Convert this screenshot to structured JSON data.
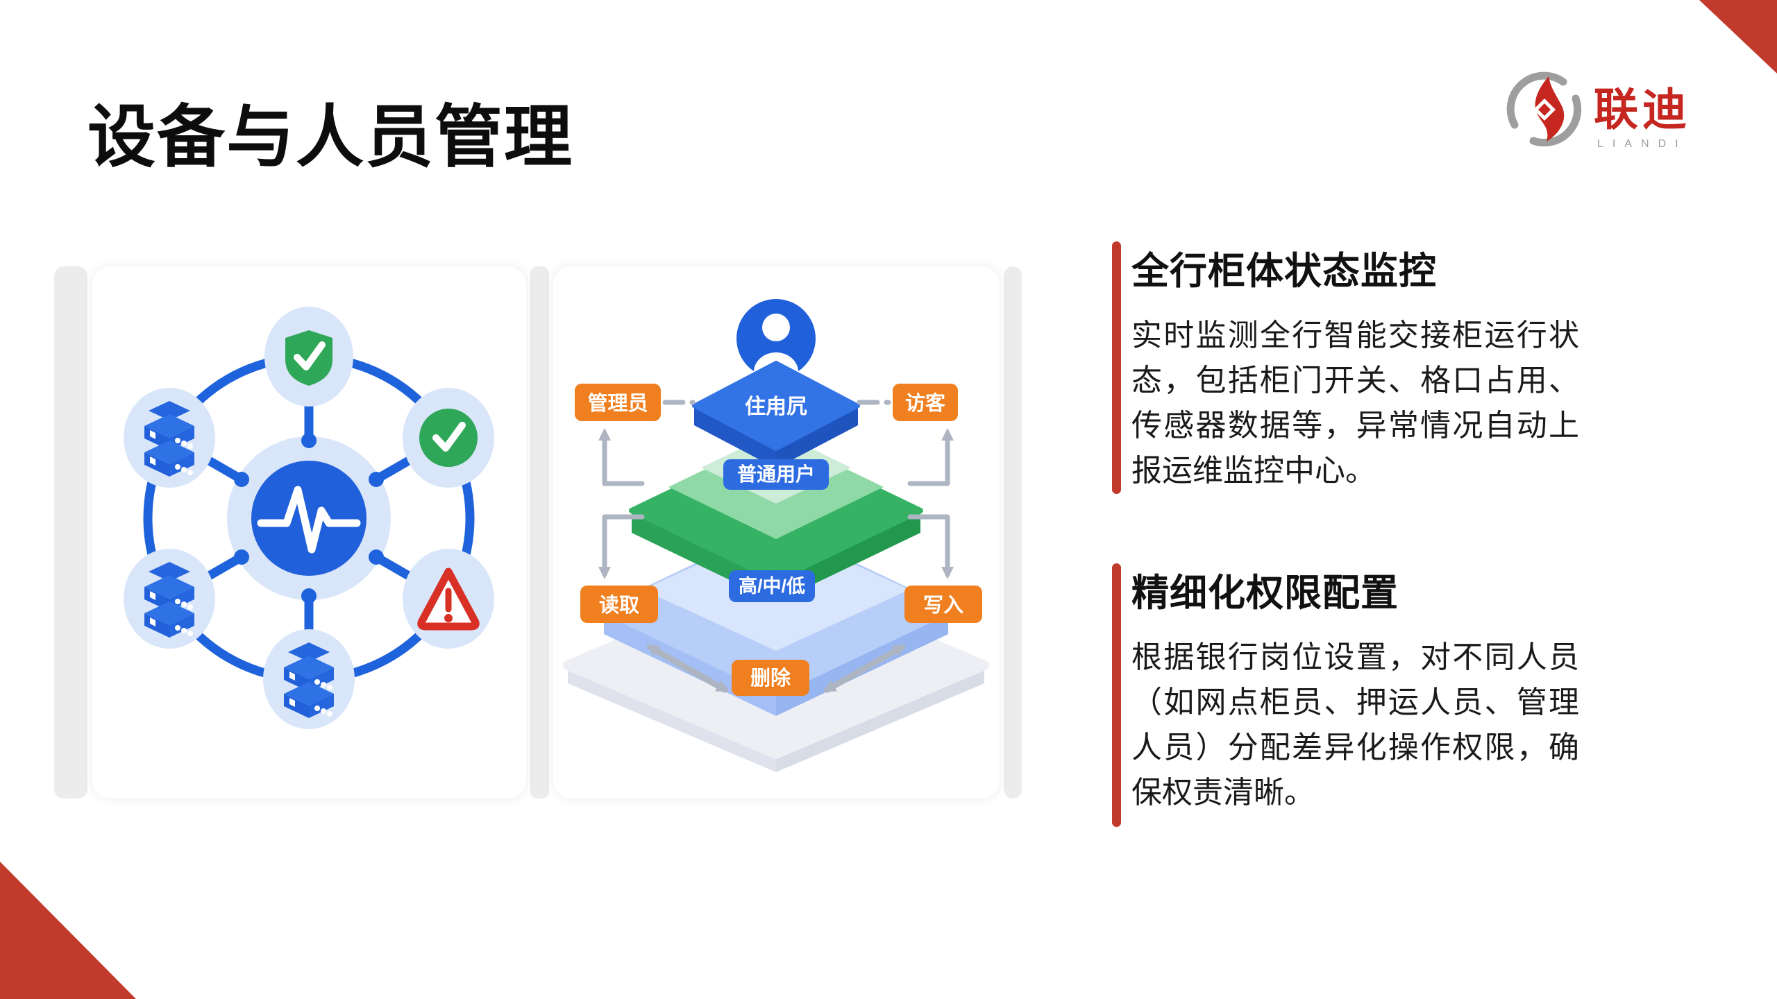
{
  "header": {
    "title": "设备与人员管理"
  },
  "logo": {
    "brand": "联迪",
    "brand_sub": "LIANDI",
    "red": "#C5261F",
    "gray": "#9E9E9E"
  },
  "gallery": {
    "left_diagram": {
      "name": "device-network-monitoring-illustration",
      "icons": [
        "shield-check",
        "check-circle",
        "server",
        "server",
        "server",
        "warning-triangle",
        "pulse-monitor"
      ]
    },
    "right_diagram": {
      "name": "permission-pyramid-illustration",
      "top_role_label": "住甪凥",
      "user_label": "普通用户",
      "level_label": "高/中/低",
      "admin_label": "管理员",
      "guest_label": "访客",
      "read_label": "读取",
      "write_label": "写入",
      "delete_label": "删除"
    }
  },
  "sections": [
    {
      "heading": "全行柜体状态监控",
      "body": "实时监测全行智能交接柜运行状态，包括柜门开关、格口占用、传感器数据等，异常情况自动上报运维监控中心。"
    },
    {
      "heading": "精细化权限配置",
      "body": "根据银行岗位设置，对不同人员（如网点柜员、押运人员、管理人员）分配差异化操作权限，确保权责清晰。"
    }
  ],
  "colors": {
    "accent_red": "#C23A2B",
    "primary_blue": "#1E63DC",
    "halo_blue": "#D9E6FA",
    "green": "#35B263",
    "orange": "#F07F1F",
    "light_blue_layer": "#B7CEF8",
    "gray_layer": "#EDEFF5"
  }
}
